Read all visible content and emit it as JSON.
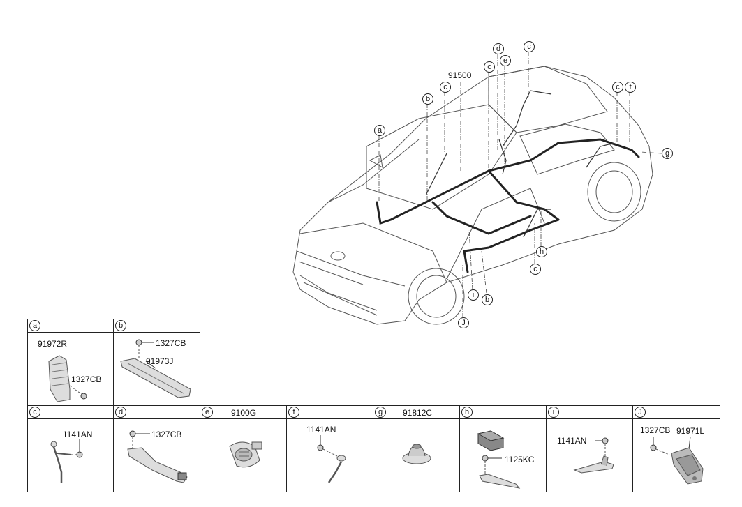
{
  "main_part": "91500",
  "callouts": {
    "a": "a",
    "b": "b",
    "c": "c",
    "d": "d",
    "e": "e",
    "f": "f",
    "g": "g",
    "h": "h",
    "i": "i",
    "j": "J"
  },
  "panels": {
    "a": {
      "letter": "a",
      "parts": [
        "91972R",
        "1327CB"
      ]
    },
    "b": {
      "letter": "b",
      "parts": [
        "1327CB",
        "91973J"
      ]
    },
    "c": {
      "letter": "c",
      "parts": [
        "1141AN"
      ]
    },
    "d": {
      "letter": "d",
      "parts": [
        "1327CB"
      ]
    },
    "e": {
      "letter": "e",
      "header_part": "9100G"
    },
    "f": {
      "letter": "f",
      "parts": [
        "1141AN"
      ]
    },
    "g": {
      "letter": "g",
      "header_part": "91812C"
    },
    "h": {
      "letter": "h",
      "parts": [
        "1125KC"
      ]
    },
    "i": {
      "letter": "i",
      "parts": [
        "1141AN"
      ]
    },
    "j": {
      "letter": "J",
      "parts": [
        "1327CB",
        "91971L"
      ]
    }
  }
}
